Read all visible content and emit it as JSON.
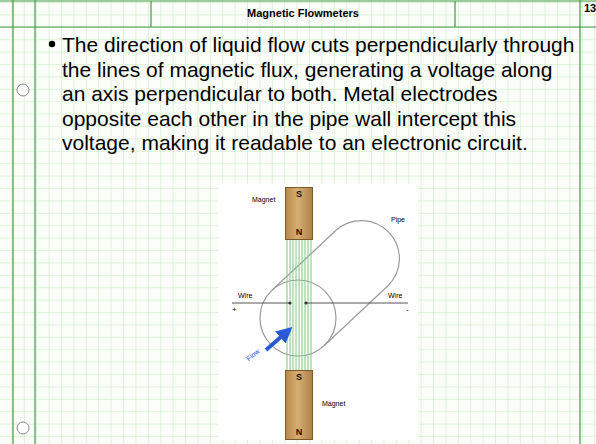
{
  "diagram": {
    "title": "Magnetic Flowmeters",
    "nodes": [
      {
        "text": [
          "S",
          "N"
        ]
      },
      {
        "text": [
          "S",
          "N"
        ]
      }
    ],
    "labels": [
      "13",
      "The direction of liquid flow cuts perpendicularly through the lines of magnetic flux, generating a voltage along an axis perpendicular to both. Metal electrodes opposite each other in the pipe wall intercept this voltage, making it readable to an electronic circuit.",
      "Magnet",
      "Pipe",
      "Wire",
      "+",
      "Wire",
      "-",
      "Flow",
      "Magnet"
    ]
  }
}
